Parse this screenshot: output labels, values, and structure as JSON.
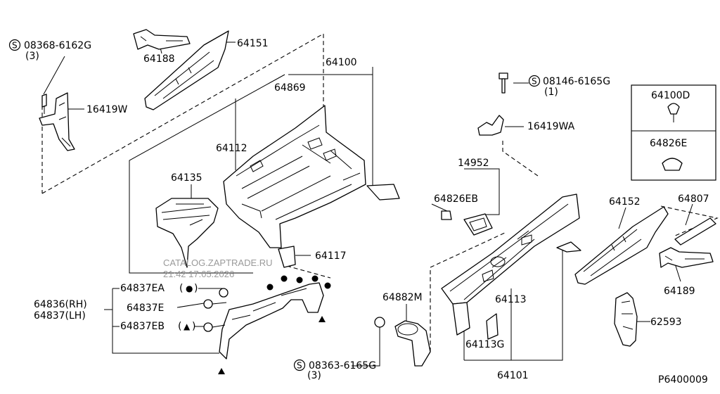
{
  "labels": {
    "bolt_08368": "08368-6162G",
    "bolt_08368_qty": "(3)",
    "p64188": "64188",
    "p64151": "64151",
    "p64100": "64100",
    "p64869": "64869",
    "p16419W": "16419W",
    "p64112": "64112",
    "p64135": "64135",
    "p64117": "64117",
    "p64837EA": "64837EA",
    "p64836": "64836(RH)",
    "p64837": "64837(LH)",
    "p64837E": "64837E",
    "p64837EB": "64837EB",
    "bolt_08146": "08146-6165G",
    "bolt_08146_qty": "(1)",
    "p16419WA": "16419WA",
    "p14952": "14952",
    "p64826EB": "64826EB",
    "p64882M": "64882M",
    "p64113": "64113",
    "p64113G": "64113G",
    "p64101": "64101",
    "bolt_08363": "08363-6165G",
    "bolt_08363_qty": "(3)",
    "p64100D": "64100D",
    "p64826E": "64826E",
    "p64152": "64152",
    "p64807": "64807",
    "p64189": "64189",
    "p62593": "62593",
    "drawing_no": "P6400009"
  },
  "symbols": {
    "circle_mark": "●",
    "triangle_mark": "▲",
    "screw_mark": "S"
  },
  "watermark": {
    "line1": "CATALOG.ZAPTRADE.RU",
    "line2": "21:42 17.05.2026"
  }
}
